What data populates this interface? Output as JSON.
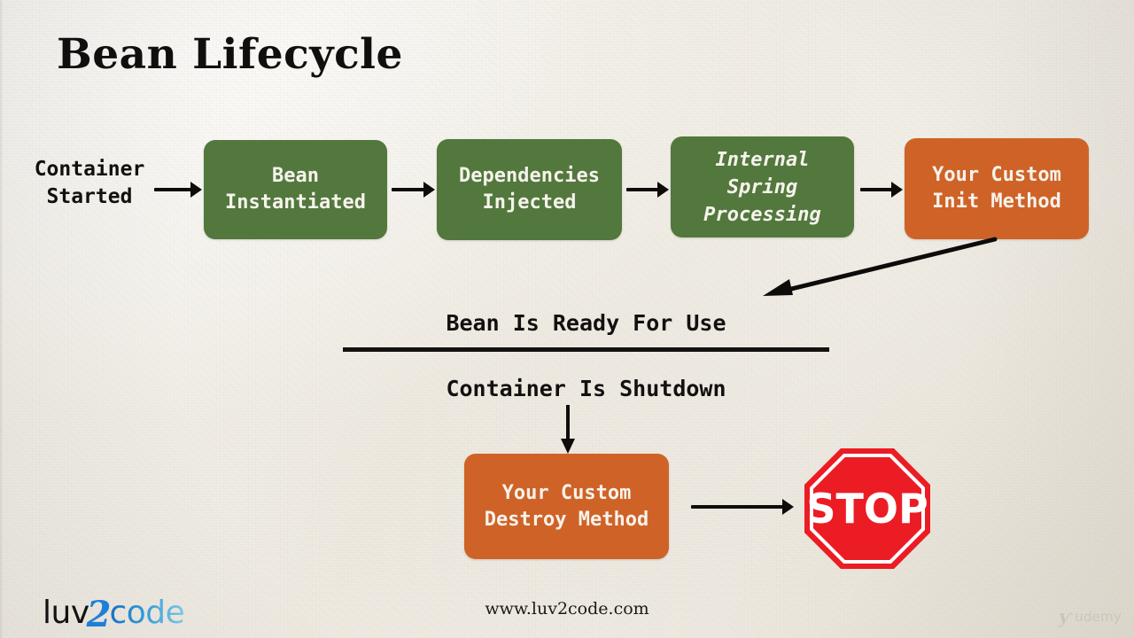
{
  "slide": {
    "title": "Bean Lifecycle",
    "background_color": "#f1eee7"
  },
  "colors": {
    "green_box": "#52783d",
    "orange_box": "#cf6327",
    "stop_red": "#ec1c24",
    "text_dark": "#121110",
    "box_text": "#f6f3ec",
    "logo_blue": "#1e7fd6"
  },
  "flow": {
    "start_label": "Container\nStarted",
    "stages": [
      {
        "id": "bean-instantiated",
        "label": "Bean\nInstantiated",
        "color": "green",
        "italic": false
      },
      {
        "id": "dependencies-injected",
        "label": "Dependencies\nInjected",
        "color": "green",
        "italic": false
      },
      {
        "id": "internal-spring-processing",
        "label": "Internal\nSpring\nProcessing",
        "color": "green",
        "italic": true
      },
      {
        "id": "custom-init-method",
        "label": "Your Custom\nInit Method",
        "color": "orange",
        "italic": false
      }
    ]
  },
  "middle": {
    "bean_ready": "Bean Is Ready For Use",
    "container_shutdown": "Container Is Shutdown"
  },
  "shutdown": {
    "destroy_box_label": "Your Custom\nDestroy Method",
    "stop_label": "STOP"
  },
  "footer": {
    "logo_luv": "luv",
    "logo_two": "2",
    "logo_code": "code",
    "site_url": "www.luv2code.com",
    "watermark_mark": "ƴ",
    "watermark_text": "udemy"
  }
}
